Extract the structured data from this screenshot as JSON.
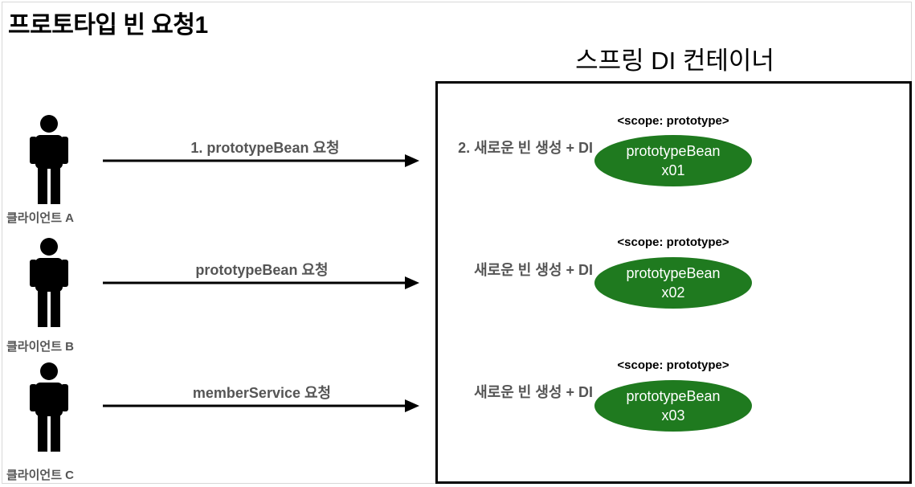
{
  "title": "프로토타입 빈 요청1",
  "container": {
    "title": "스프링 DI 컨테이너"
  },
  "clients": [
    {
      "label": "클라이언트 A"
    },
    {
      "label": "클라이언트 B"
    },
    {
      "label": "클라이언트 C"
    }
  ],
  "requests": [
    {
      "label": "1. prototypeBean 요청"
    },
    {
      "label": "prototypeBean 요청"
    },
    {
      "label": "memberService 요청"
    }
  ],
  "creations": [
    {
      "label": "2. 새로운 빈 생성 + DI"
    },
    {
      "label": "새로운 빈 생성 + DI"
    },
    {
      "label": "새로운 빈 생성 + DI"
    }
  ],
  "beans": [
    {
      "scope": "<scope: prototype>",
      "name": "prototypeBean",
      "id": "x01"
    },
    {
      "scope": "<scope: prototype>",
      "name": "prototypeBean",
      "id": "x02"
    },
    {
      "scope": "<scope: prototype>",
      "name": "prototypeBean",
      "id": "x03"
    }
  ],
  "colors": {
    "bean_fill": "#1f7a1f",
    "label_gray": "#555555"
  },
  "icons": {
    "client": "person-icon"
  }
}
